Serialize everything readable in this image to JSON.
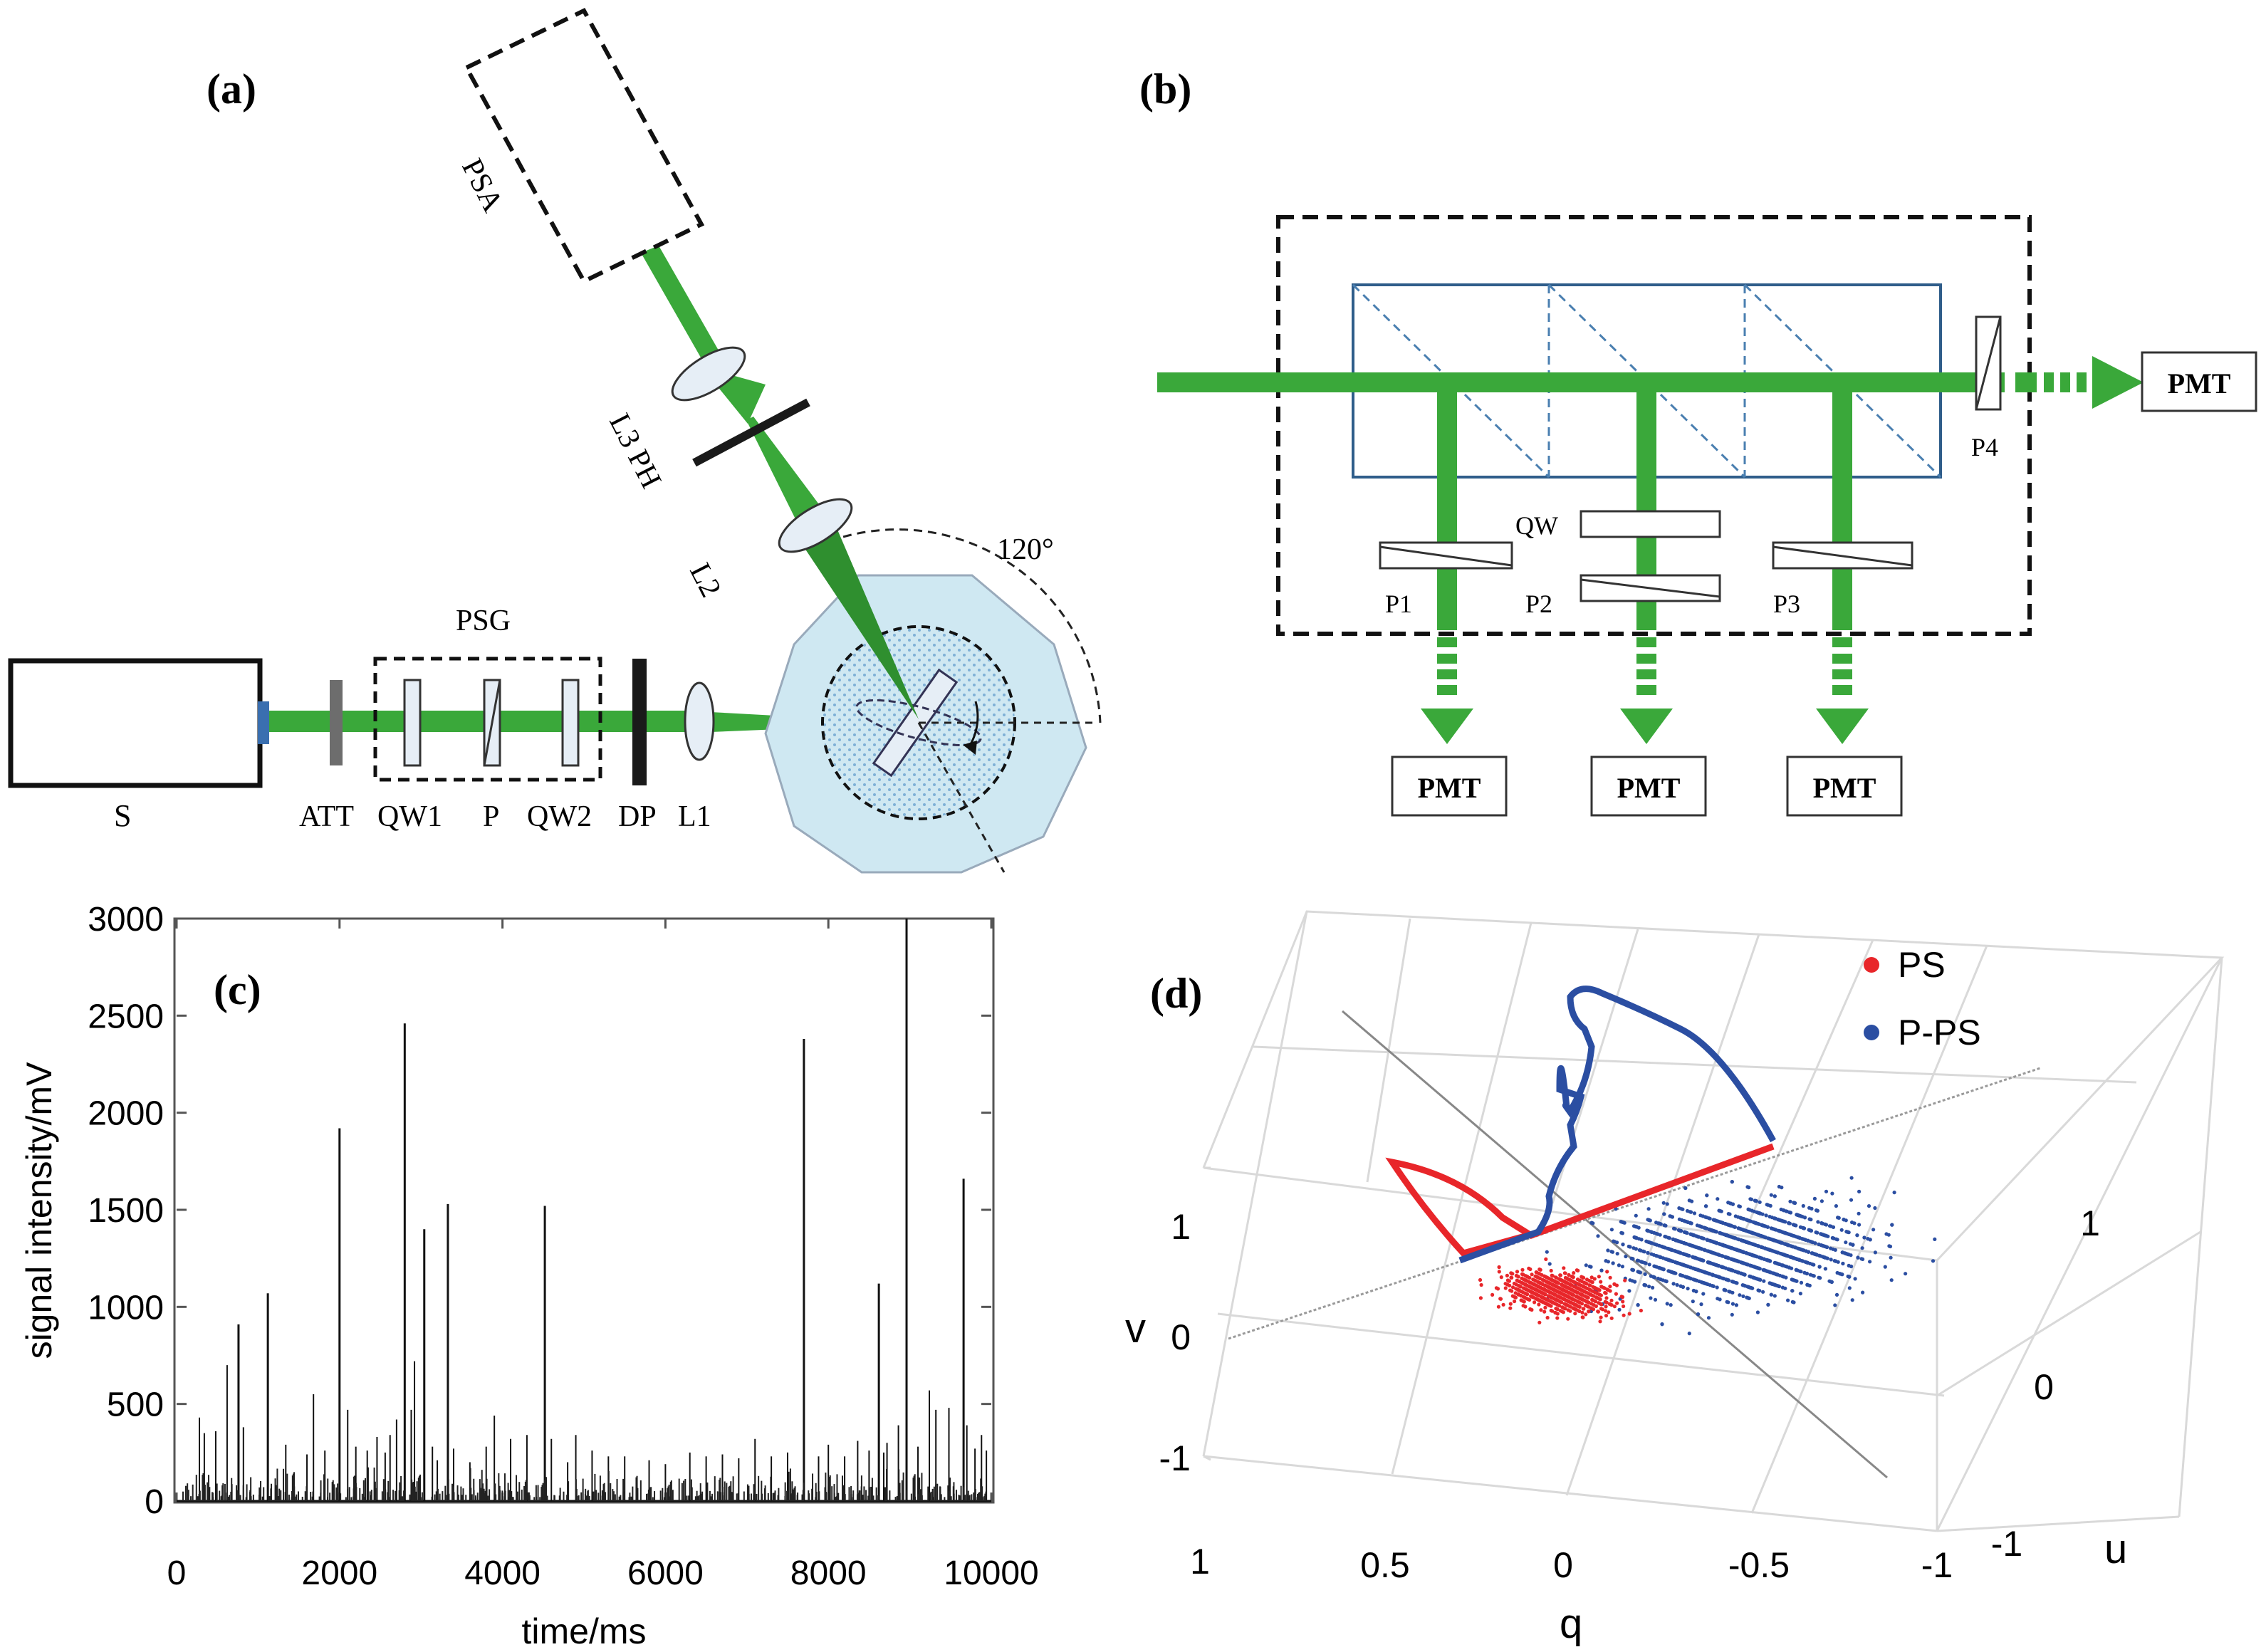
{
  "panels": {
    "a": {
      "label": "(a)",
      "source_label": "S",
      "att_label": "ATT",
      "qw1_label": "QW1",
      "p_label": "P",
      "qw2_label": "QW2",
      "dp_label": "DP",
      "l1_label": "L1",
      "l2_label": "L2",
      "l3ph_label": "L3 PH",
      "psg_label": "PSG",
      "psa_label": "PSA",
      "angle_label": "120°"
    },
    "b": {
      "label": "(b)",
      "pmt_right": "PMT",
      "pmt_1": "PMT",
      "pmt_2": "PMT",
      "pmt_3": "PMT",
      "p1_label": "P1",
      "p2_label": "P2",
      "p3_label": "P3",
      "p4_label": "P4",
      "qw_label": "QW"
    },
    "c": {
      "label": "(c)",
      "xlabel": "time/ms",
      "ylabel": "signal intensity/mV",
      "xticks": [
        "0",
        "2000",
        "4000",
        "6000",
        "8000",
        "10000"
      ],
      "yticks": [
        "0",
        "500",
        "1000",
        "1500",
        "2000",
        "2500",
        "3000"
      ]
    },
    "d": {
      "label": "(d)",
      "legend_ps": "PS",
      "legend_pps": "P-PS",
      "v_label": "v",
      "q_label": "q",
      "u_label": "u",
      "v_ticks": [
        "-1",
        "0",
        "1"
      ],
      "q_ticks": [
        "1",
        "0.5",
        "0",
        "-0.5",
        "-1"
      ],
      "u_ticks": [
        "-1",
        "0",
        "1"
      ]
    }
  },
  "colors": {
    "beam_green": "#3aa83a",
    "chamber_blue": "#cfe8f2",
    "ps_red": "#e8262a",
    "pps_blue": "#2b4ea2",
    "spike_black": "#111111"
  },
  "chart_data": [
    {
      "type": "bar",
      "description_of_marks": "spike train",
      "x": [
        280,
        340,
        480,
        620,
        760,
        820,
        1120,
        1340,
        1600,
        1680,
        1820,
        2000,
        2100,
        2200,
        2340,
        2460,
        2560,
        2620,
        2700,
        2800,
        2880,
        2920,
        3040,
        3140,
        3200,
        3330,
        3400,
        3600,
        3800,
        3900,
        4100,
        4300,
        4520,
        4600,
        4800,
        4900,
        5100,
        5300,
        5500,
        5800,
        6000,
        6300,
        6500,
        6700,
        6900,
        7100,
        7300,
        7500,
        7700,
        7880,
        8000,
        8200,
        8360,
        8500,
        8620,
        8680,
        8720,
        8860,
        8960,
        9100,
        9240,
        9320,
        9480,
        9660,
        9700,
        9800,
        9880,
        9940
      ],
      "values": [
        430,
        350,
        360,
        700,
        910,
        380,
        1070,
        290,
        240,
        550,
        260,
        1920,
        470,
        280,
        260,
        330,
        250,
        340,
        420,
        2460,
        470,
        720,
        1400,
        280,
        210,
        1530,
        270,
        200,
        280,
        440,
        320,
        340,
        1520,
        320,
        200,
        340,
        260,
        230,
        230,
        210,
        190,
        250,
        230,
        240,
        220,
        320,
        230,
        250,
        2380,
        230,
        290,
        230,
        310,
        260,
        1120,
        250,
        300,
        390,
        3000,
        280,
        570,
        470,
        480,
        1660,
        390,
        270,
        340,
        260
      ],
      "xlabel": "time/ms",
      "ylabel": "signal intensity/mV",
      "xlim": [
        0,
        10000
      ],
      "ylim": [
        0,
        3000
      ],
      "grid": false
    },
    {
      "type": "scatter",
      "axes": [
        "q",
        "u",
        "v"
      ],
      "series": [
        {
          "name": "PS",
          "color": "#e8262a",
          "cluster_center": [
            0.0,
            0.1,
            0.15
          ]
        },
        {
          "name": "P-PS",
          "color": "#2b4ea2",
          "cluster_center": [
            -0.55,
            0.45,
            0.55
          ]
        }
      ],
      "xlim": [
        -1,
        1
      ],
      "ylim": [
        -1,
        1
      ],
      "zlim": [
        -1,
        1
      ],
      "legend_position": "top-right",
      "grid": true
    }
  ]
}
